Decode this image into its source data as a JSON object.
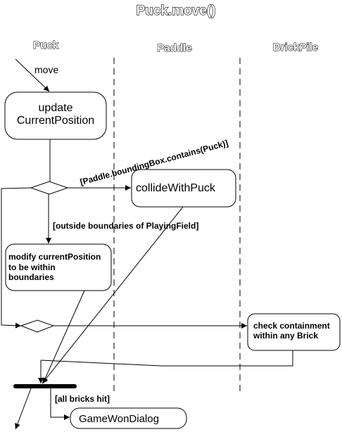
{
  "title": "Puck.move()",
  "swimlanes": [
    "Puck",
    "Paddle",
    "BrickPile"
  ],
  "entry_label": "move",
  "nodes": {
    "update_position": [
      "update",
      "CurrentPosition"
    ],
    "collide_with_puck": "collideWithPuck",
    "modify_position": [
      "modify currentPosition",
      "to be within",
      "boundaries"
    ],
    "check_containment": [
      "check containment",
      "within any Brick"
    ],
    "game_won_dialog": "GameWonDialog"
  },
  "guards": {
    "contains_puck": "[Paddle.boundingBox.contains(Puck)]",
    "outside_boundaries": "[outside boundaries of PlayingField]",
    "all_bricks_hit": "[all bricks hit]"
  }
}
